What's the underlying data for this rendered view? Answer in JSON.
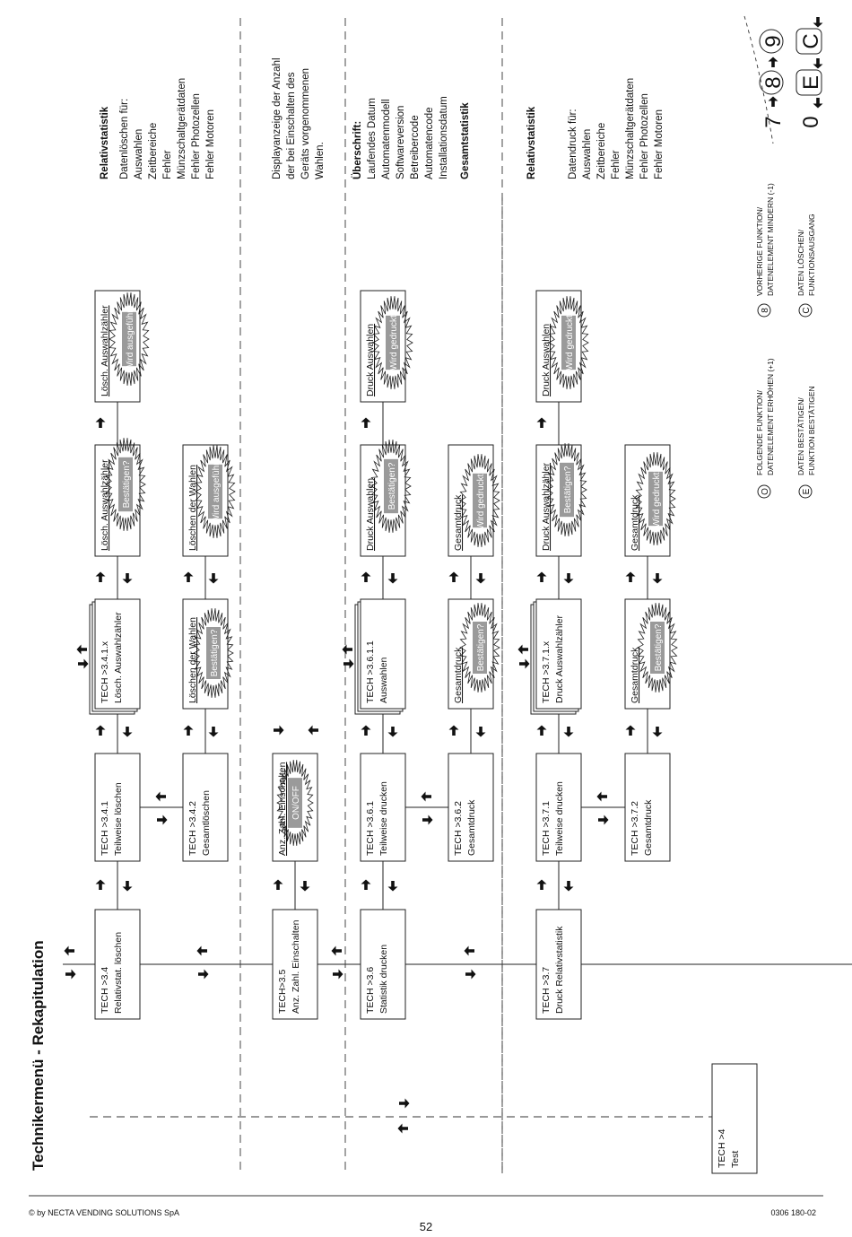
{
  "title": "Technikermenü - Rekapitulation",
  "footer": {
    "copyright": "© by NECTA VENDING SOLUTIONS SpA",
    "page_number": "52",
    "doc_code": "0306 180-02"
  },
  "boxes": {
    "tech4": [
      "TECH >4",
      "Test"
    ],
    "tech34": [
      "TECH >3.4",
      "Relativstat. löschen"
    ],
    "tech341": [
      "TECH >3.4.1",
      "Teilweise löschen"
    ],
    "tech341x": [
      "TECH >3.4.1.x",
      "Lösch. Auswahlzähler"
    ],
    "tech342": [
      "TECH >3.4.2",
      "Gesamtlöschen"
    ],
    "tech35": [
      "TECH>3.5",
      "Anz. Zahl. Einschalten"
    ],
    "tech35sub": [
      "Anz. Zahl. Einschalten"
    ],
    "tech36": [
      "TECH >3.6",
      "Statistik drucken"
    ],
    "tech361": [
      "TECH >3.6.1",
      "Teilweise drucken"
    ],
    "tech3611": [
      "TECH >3.6.1.1",
      "Auswahlen"
    ],
    "tech362": [
      "TECH >3.6.2",
      "Gesamtdruck"
    ],
    "tech37": [
      "TECH >3.7",
      "Druck Relativstatistik"
    ],
    "tech371": [
      "TECH >3.7.1",
      "Teilweise drucken"
    ],
    "tech371x": [
      "TECH >3.7.1.x",
      "Druck Auswahlzähler"
    ],
    "tech372": [
      "TECH >3.7.2",
      "Gesamtdruck"
    ],
    "r1_confirm": [
      "Lösch. Auswahlzähler"
    ],
    "r1_done": [
      "Lösch. Auswahlzähler"
    ],
    "r2_confirm1": [
      "Löschen der Wahlen"
    ],
    "r2_done": [
      "Löschen der Wahlen"
    ],
    "r3_confirm": [
      "Druck Auswahlen"
    ],
    "r3_done": [
      "Druck Auswahlen"
    ],
    "r4_confirm1": [
      "Gesamtdruck"
    ],
    "r4_done": [
      "Gesamtdruck"
    ],
    "r5_confirm": [
      "Druck Auswahlzähler"
    ],
    "r5_done": [
      "Druck Auswahlen"
    ],
    "r6_confirm1": [
      "Gesamtdruck"
    ],
    "r6_done": [
      "Gesamtdruck"
    ]
  },
  "flashes": {
    "confirm": "Bestätigen?",
    "executed": "Wird ausgeführt",
    "printed": "Wird gedruckt",
    "printed_excl": "Wird gedruckt!",
    "onoff": "ON/OFF"
  },
  "sections": {
    "relativ1": {
      "heading": "Relativstatistik",
      "lines": [
        "Datenlöschen für:",
        "Auswahlen",
        "Zeitbereiche",
        "Fehler",
        "Münzschaltgerätdaten",
        "Fehler Photozellen",
        "Fehler Motoren"
      ]
    },
    "display": {
      "lines": [
        "Displayanzeige der Anzahl",
        "der bei Einschalten des",
        "Geräts vorgenommenen",
        "Wahlen."
      ]
    },
    "gesamt": {
      "heading_bold": "Überschrift:",
      "lines": [
        "Laufendes Datum",
        "Automatenmodell",
        "Softwareversion",
        "Betreibercode",
        "Automatencode",
        "Installationsdatum"
      ],
      "heading": "Gesamtstatistik"
    },
    "relativ2": {
      "heading": "Relativstatistik",
      "lines": [
        "Datendruck für:",
        "Auswahlen",
        "Zeitbereiche",
        "Fehler",
        "Münzschaltgerätdaten",
        "Fehler Photozellen",
        "Fehler Motoren"
      ]
    }
  },
  "legend": {
    "items": [
      {
        "symbol": "O",
        "line1": "FOLGENDE FUNKTION/",
        "line2": "DATENELEMENT ERHÖHEN (+1)"
      },
      {
        "symbol": "8",
        "line1": "VORHERIGE FUNKTION/",
        "line2": "DATENELEMENT MINDERN (-1)"
      },
      {
        "symbol": "E",
        "line1": "DATEN BESTÄTIGEN/",
        "line2": "FUNKTION BESTÄTIGEN"
      },
      {
        "symbol": "C",
        "line1": "DATEN LÖSCHEN/",
        "line2": "FUNKTIONSAUSGANG"
      }
    ],
    "keys_top": [
      "7",
      "8",
      "9"
    ],
    "keys_bottom": [
      "0",
      "E",
      "C"
    ]
  }
}
